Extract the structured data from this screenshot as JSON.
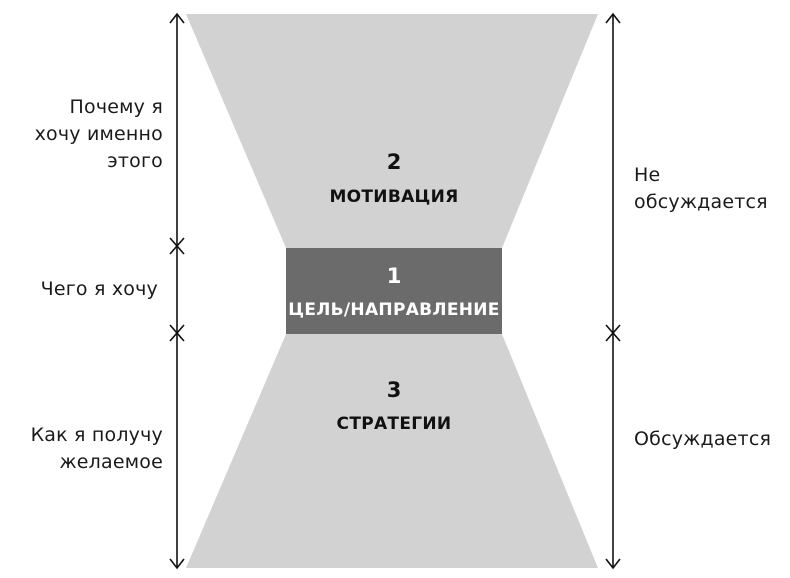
{
  "sections": {
    "motivation": {
      "number": "2",
      "title": "МОТИВАЦИЯ"
    },
    "goal": {
      "number": "1",
      "title": "ЦЕЛЬ/НАПРАВЛЕНИЕ"
    },
    "strategies": {
      "number": "3",
      "title": "СТРАТЕГИИ"
    }
  },
  "left_labels": {
    "why": [
      "Почему я",
      "хочу именно",
      "этого"
    ],
    "what": [
      "Чего я хочу"
    ],
    "how": [
      "Как я получу",
      "желаемое"
    ]
  },
  "right_labels": {
    "not_discussed": [
      "Не",
      "обсуждается"
    ],
    "discussed": [
      "Обсуждается"
    ]
  },
  "colors": {
    "trapezoid_fill": "#d2d2d2",
    "center_box_fill": "#6b6b6b",
    "bracket_line": "#111111",
    "text_dark": "#111111",
    "text_light": "#ffffff"
  }
}
